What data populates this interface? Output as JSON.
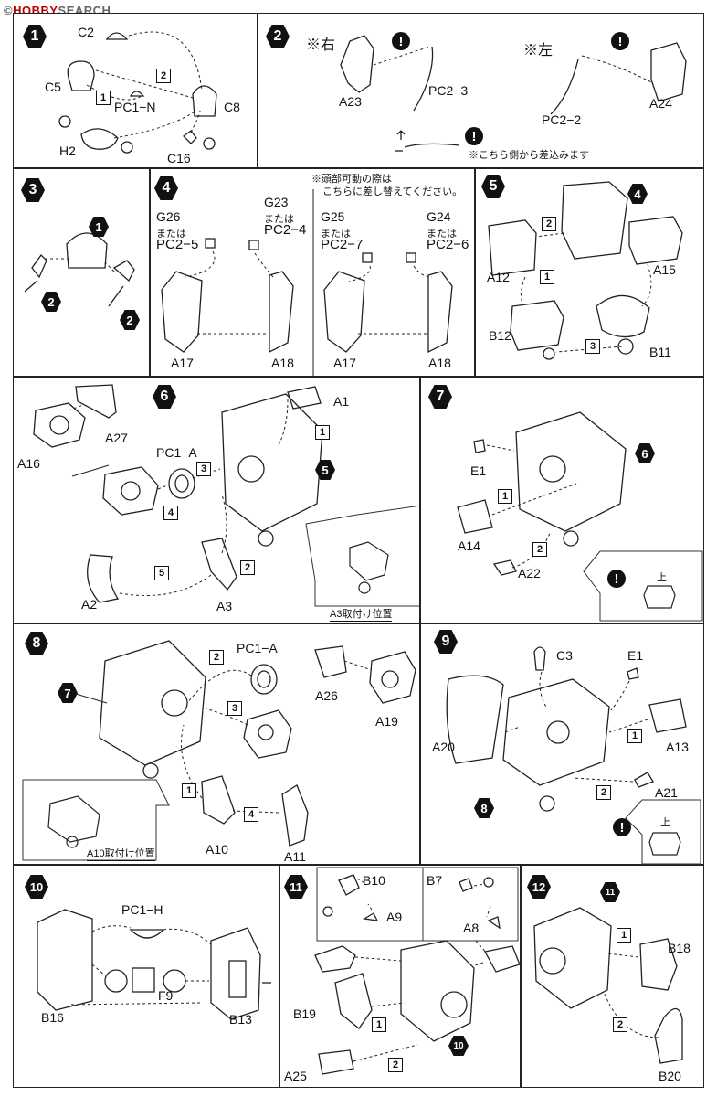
{
  "watermark": {
    "prefix": "©",
    "brand": "HOBBY",
    "suffix": "SEARCH"
  },
  "steps": {
    "s1": {
      "num": "1",
      "labels": {
        "c2": "C2",
        "c5": "C5",
        "pc1n": "PC1−N",
        "c8": "C8",
        "h2": "H2",
        "c16": "C16"
      },
      "boxes": {
        "b1": "1",
        "b2": "2"
      }
    },
    "s2": {
      "num": "2",
      "right_note": "※右",
      "left_note": "※左",
      "labels": {
        "a23": "A23",
        "pc23": "PC2−3",
        "pc22": "PC2−2",
        "a24": "A24"
      },
      "insert_note": "※こちら側から差込みます",
      "warn": "!"
    },
    "s3": {
      "num": "3",
      "refs": {
        "r1": "1",
        "r2a": "2",
        "r2b": "2"
      }
    },
    "s4": {
      "num": "4",
      "note_line1": "※頭部可動の際は",
      "note_line2": "こちらに差し替えてください。",
      "labels": {
        "g26": "G26",
        "mata1": "または",
        "pc25": "PC2−5",
        "g23": "G23",
        "mata2": "または",
        "pc24": "PC2−4",
        "g25": "G25",
        "mata3": "または",
        "pc27": "PC2−7",
        "g24": "G24",
        "mata4": "または",
        "pc26": "PC2−6",
        "a17a": "A17",
        "a18a": "A18",
        "a17b": "A17",
        "a18b": "A18"
      }
    },
    "s5": {
      "num": "5",
      "refs": {
        "r4": "4"
      },
      "labels": {
        "a12": "A12",
        "a15": "A15",
        "b12": "B12",
        "b11": "B11"
      },
      "boxes": {
        "b1": "1",
        "b2": "2",
        "b3": "3"
      }
    },
    "s6": {
      "num": "6",
      "refs": {
        "r5": "5"
      },
      "labels": {
        "a1": "A1",
        "a16": "A16",
        "a27": "A27",
        "pc1a": "PC1−A",
        "a2": "A2",
        "a3": "A3"
      },
      "boxes": {
        "b1": "1",
        "b2": "2",
        "b3": "3",
        "b4": "4",
        "b5": "5"
      },
      "inset_caption": "A3取付け位置"
    },
    "s7": {
      "num": "7",
      "refs": {
        "r6": "6"
      },
      "labels": {
        "e1": "E1",
        "a14": "A14",
        "a22": "A22",
        "up": "上"
      },
      "boxes": {
        "b1": "1",
        "b2": "2"
      },
      "warn": "!"
    },
    "s8": {
      "num": "8",
      "refs": {
        "r7": "7"
      },
      "labels": {
        "pc1a": "PC1−A",
        "a26": "A26",
        "a19": "A19",
        "a10": "A10",
        "a11": "A11"
      },
      "boxes": {
        "b1": "1",
        "b2": "2",
        "b3": "3",
        "b4": "4"
      },
      "inset_caption": "A10取付け位置"
    },
    "s9": {
      "num": "9",
      "refs": {
        "r8": "8"
      },
      "labels": {
        "c3": "C3",
        "e1": "E1",
        "a20": "A20",
        "a13": "A13",
        "a21": "A21",
        "up": "上"
      },
      "boxes": {
        "b1": "1",
        "b2": "2"
      },
      "warn": "!"
    },
    "s10": {
      "num": "10",
      "labels": {
        "pc1h": "PC1−H",
        "f9": "F9",
        "b16": "B16",
        "b13": "B13"
      }
    },
    "s11": {
      "num": "11",
      "refs": {
        "r10": "10"
      },
      "labels": {
        "b10": "B10",
        "a9": "A9",
        "b7": "B7",
        "a8": "A8",
        "b19": "B19",
        "a25": "A25"
      },
      "boxes": {
        "b1": "1",
        "b2": "2"
      }
    },
    "s12": {
      "num": "12",
      "refs": {
        "r11": "11"
      },
      "labels": {
        "b18": "B18",
        "b20": "B20"
      },
      "boxes": {
        "b1": "1",
        "b2": "2"
      }
    }
  }
}
